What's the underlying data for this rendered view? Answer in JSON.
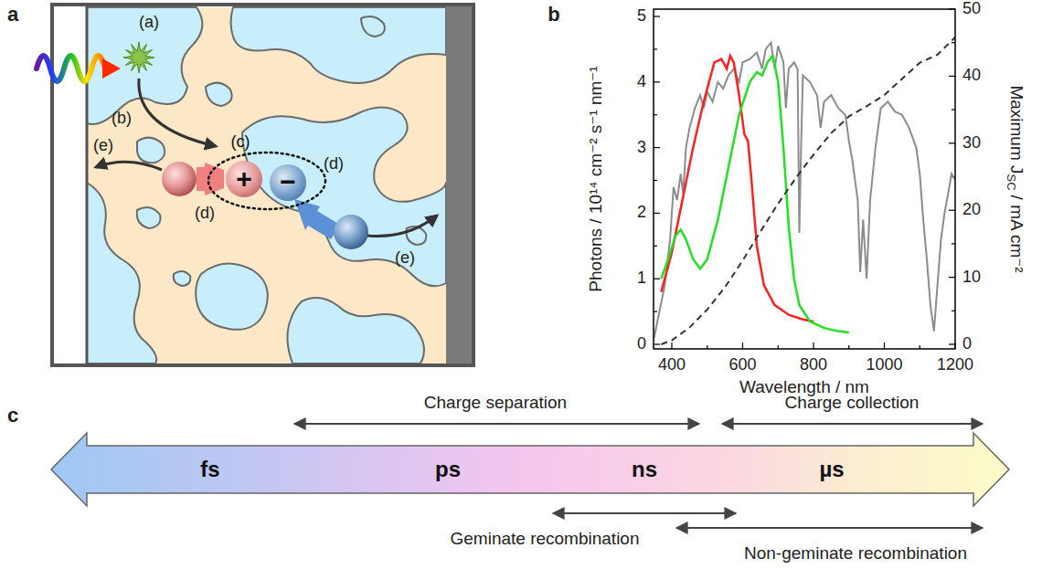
{
  "diagram": {
    "nodes": [
      {
        "text": [
          "fs",
          "ps",
          "ns",
          "µs"
        ]
      },
      {
        "text": [
          "(c)"
        ]
      },
      {
        "text": [
          "+"
        ],
        "in": 1
      },
      {
        "text": [
          "−"
        ],
        "in": 1
      }
    ],
    "labels": [
      "a",
      "(a)",
      "(b)",
      "(d)",
      "(d)",
      "(e)",
      "(e)",
      "b",
      "0",
      "1",
      "2",
      "3",
      "4",
      "5",
      "0",
      "10",
      "20",
      "30",
      "40",
      "50",
      "400",
      "600",
      "800",
      "1000",
      "1200",
      "Wavelength / nm",
      "Photons / 10¹⁴ cm⁻² s⁻¹ nm⁻¹",
      "Maximum J",
      "SC",
      "/ mA cm⁻²",
      "c",
      "Charge separation",
      "Charge collection",
      "Geminate recombination",
      "Non-geminate recombination"
    ]
  }
}
